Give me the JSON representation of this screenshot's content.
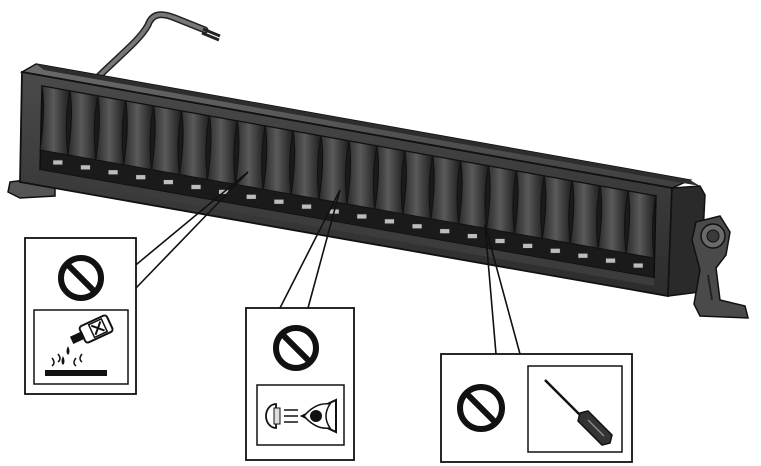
{
  "figure": {
    "subject": "LED light bar",
    "callouts": [
      {
        "id": "no-chemicals",
        "prohibited": true,
        "icon": "chemical-bottle-pouring-icon"
      },
      {
        "id": "no-staring",
        "prohibited": true,
        "icon": "eye-light-icon"
      },
      {
        "id": "no-tools",
        "prohibited": true,
        "icon": "screwdriver-icon"
      }
    ],
    "symbols": {
      "prohibition": "prohibition-icon"
    },
    "colors": {
      "body": "#3a3a3a",
      "outline": "#111111",
      "panel_bg": "#ffffff"
    }
  }
}
